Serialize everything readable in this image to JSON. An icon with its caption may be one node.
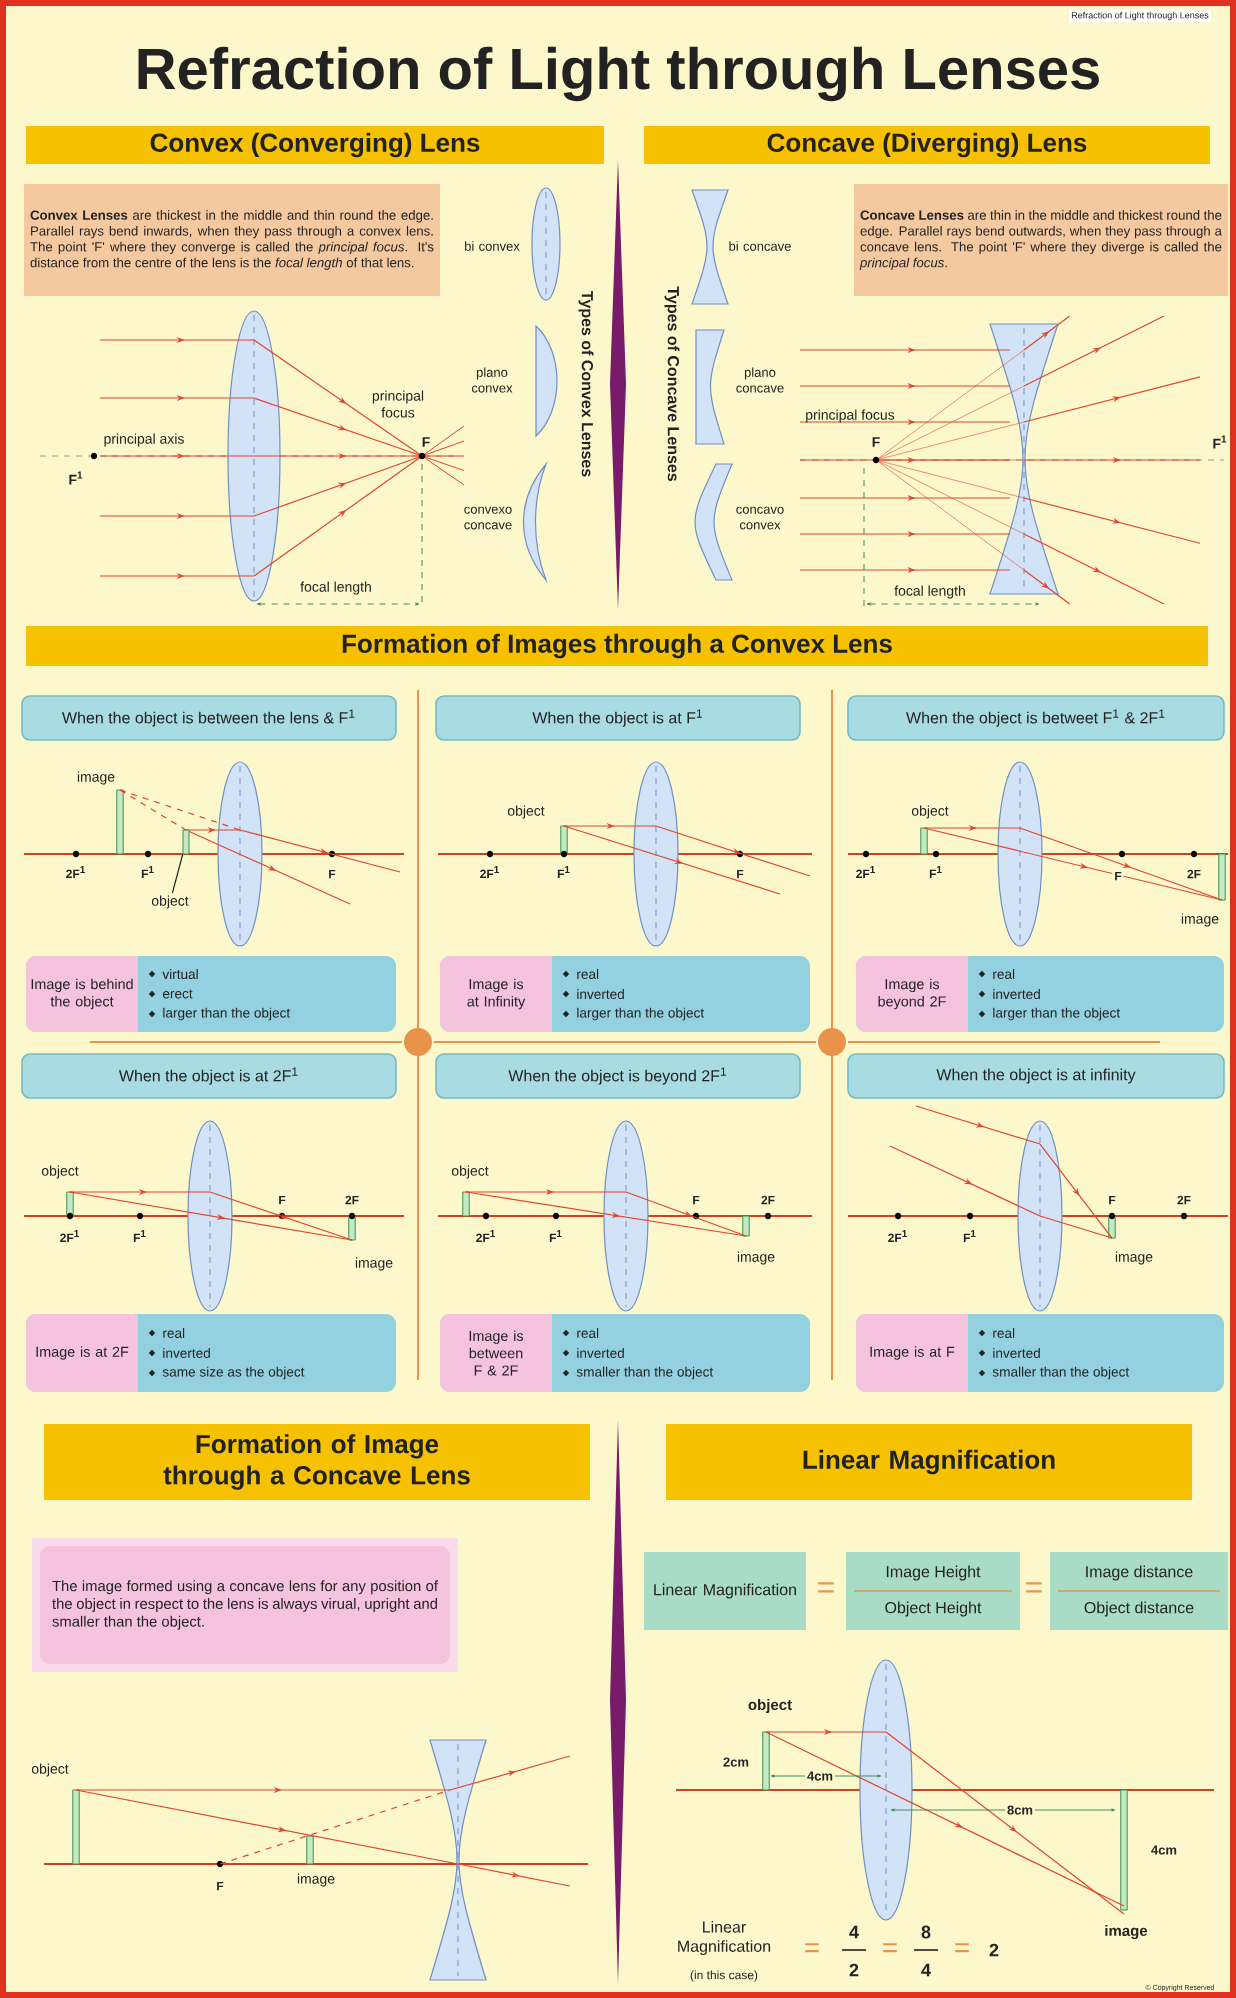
{
  "diagram": {
    "title": "Refraction of Light through Lenses",
    "nodes": [
      {
        "text": [
          "Convex (Converging) Lens"
        ]
      },
      {
        "text": [
          "Concave (Diverging) Lens"
        ]
      },
      {
        "text": [
          "**Convex Lenses** are thickest in the middle and thin round the edge. Parallel rays bend inwards, when they pass through a convex lens. The point 'F' where they converge is called the *principal focus*. It's distance from the centre of the lens is the *focal length* of that lens."
        ]
      },
      {
        "text": [
          "**Concave Lenses** are thin in the middle and thickest round the edge. Parallel rays bend outwards, when they pass through a concave lens. The point 'F' where they diverge is called the *principal focus*."
        ]
      },
      {
        "text": [
          "Formation of Images through a Convex Lens"
        ]
      },
      {
        "text": [
          "When the object is between the lens & F$^{1}$"
        ]
      },
      {
        "text": [
          "When the object is at F$^{1}$"
        ]
      },
      {
        "text": [
          "When the object is betweet F$^{1}$ & 2F$^{1}$"
        ]
      },
      {
        "text": [
          "When the object is at 2F$^{1}$"
        ]
      },
      {
        "text": [
          "When the object is beyond 2F$^{1}$"
        ]
      },
      {
        "text": [
          "When the object is at infinity"
        ]
      },
      {
        "text": [
          "Image is behind the object",
          "virtual",
          "erect",
          "larger than the object"
        ]
      },
      {
        "text": [
          "Image is at Infinity",
          "real",
          "inverted",
          "larger than the object"
        ]
      },
      {
        "text": [
          "Image is beyond 2F",
          "real",
          "inverted",
          "larger than the object"
        ]
      },
      {
        "text": [
          "Image is at 2F",
          "real",
          "inverted",
          "same size as the object"
        ]
      },
      {
        "text": [
          "Image is between F & 2F",
          "real",
          "inverted",
          "smaller than the object"
        ]
      },
      {
        "text": [
          "Image is at F",
          "real",
          "inverted",
          "smaller than the object"
        ]
      },
      {
        "text": [
          "object"
        ]
      },
      {
        "text": [],
        "shape": "bar"
      },
      {
        "text": [
          "Formation of Image through a Concave Lens"
        ]
      },
      {
        "text": [
          "The image formed using a concave lens for any position of the object in respect to the lens is always virual, upright and smaller than the object."
        ]
      },
      {
        "text": [
          "Linear Magnification"
        ]
      },
      {
        "text": [
          "Linear Magnification"
        ]
      },
      {
        "text": [
          "Image Height",
          "Object Height"
        ]
      },
      {
        "text": [
          "Image distance",
          "Object distance"
        ]
      }
    ],
    "edges": [
      {
        "from": 17,
        "to": 18,
        "arrow": "none"
      }
    ],
    "labels": [
      "Refraction of Light through Lenses",
      "principal axis",
      "F$^{1}$",
      "principal focus",
      "F",
      "focal length",
      "bi convex",
      "plano convex",
      "convexo concave",
      "Types of Convex Lenses",
      "Types of Concave Lenses",
      "bi concave",
      "plano concave",
      "concavo convex",
      "principal focus",
      "F",
      "F$^{1}$",
      "focal length",
      "image",
      "2F$^{1}$",
      "F$^{1}$",
      "F",
      "object",
      "2F$^{1}$",
      "F$^{1}$",
      "F",
      "object",
      "2F$^{1}$",
      "F$^{1}$",
      "F",
      "2F",
      "image",
      "object",
      "2F$^{1}$",
      "F$^{1}$",
      "F",
      "2F",
      "image",
      "object",
      "2F$^{1}$",
      "F$^{1}$",
      "F",
      "2F",
      "image",
      "2F$^{1}$",
      "F$^{1}$",
      "F",
      "2F",
      "image",
      "object",
      "F",
      "image",
      "=",
      "=",
      "object",
      "2cm",
      "4cm",
      "8cm",
      "4cm",
      "image",
      "Linear Magnification",
      "(in this case)",
      "=",
      "4",
      "2",
      "=",
      "8",
      "4",
      "=",
      "2",
      "© Copyright Reserved"
    ]
  }
}
